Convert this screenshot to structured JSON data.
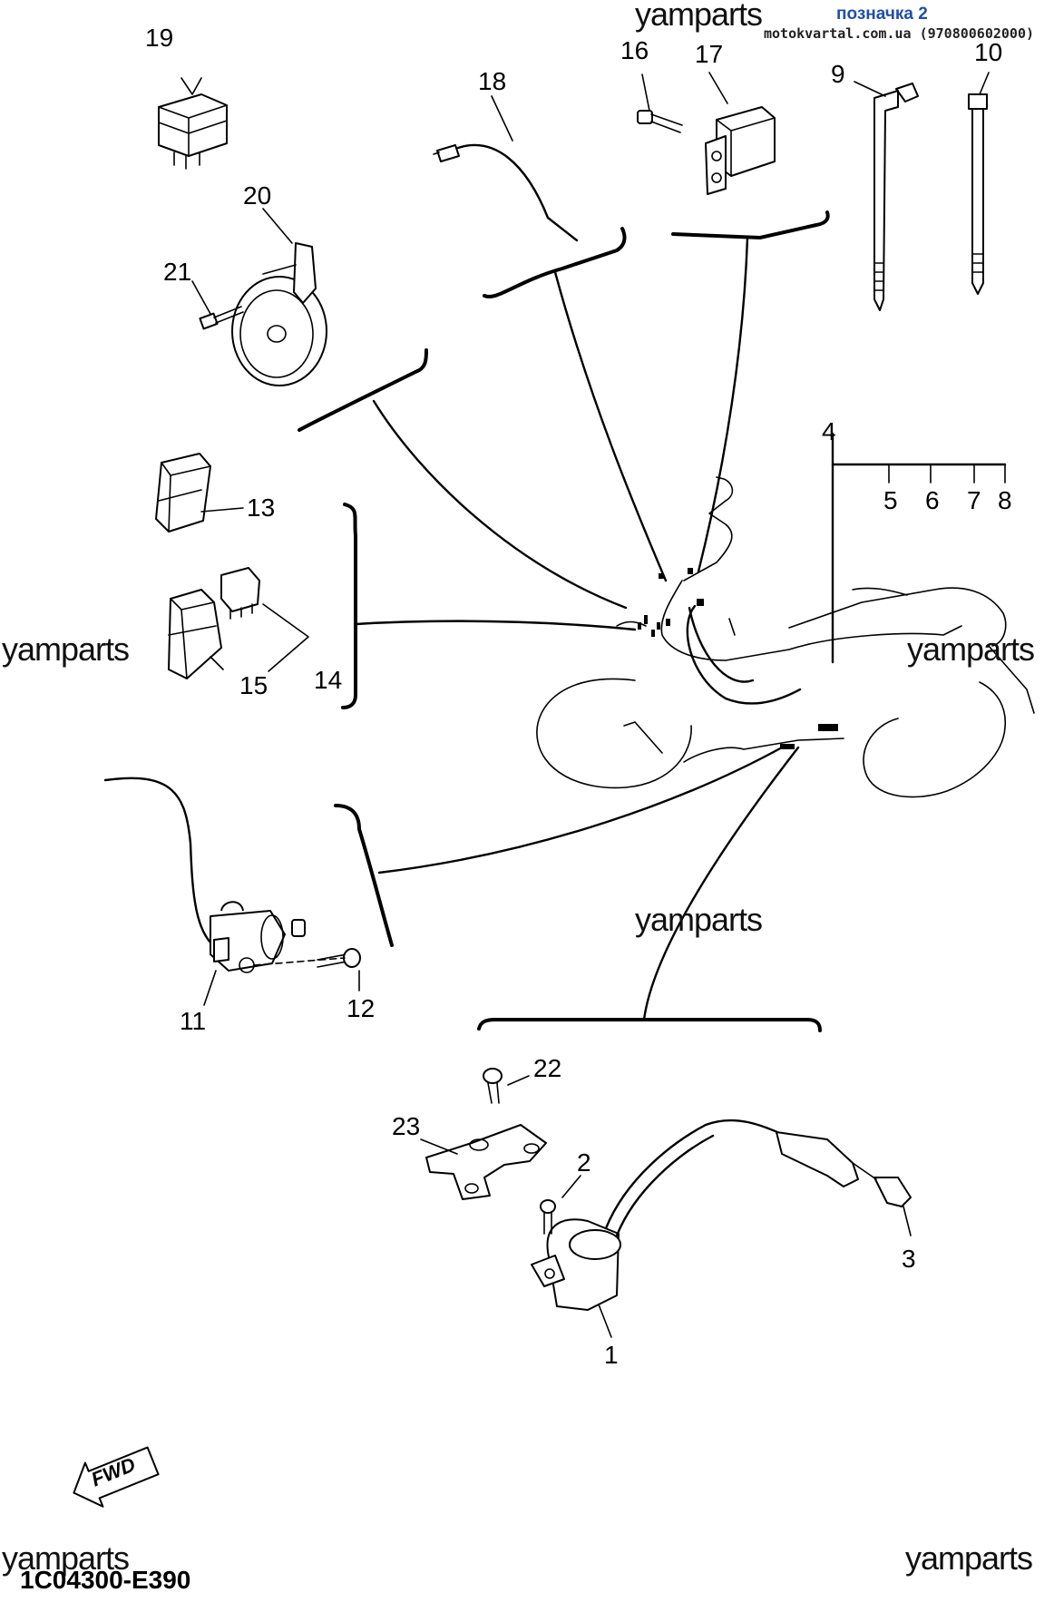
{
  "header": {
    "watermark": "yamparts",
    "badge_label": "позначка 2",
    "badge_color": "#1f4fa8",
    "site_text": "motokvartal.com.ua (970800602000)"
  },
  "watermarks": {
    "left": "yamparts",
    "right": "yamparts",
    "center": "yamparts",
    "bottom_left": "yamparts",
    "bottom_right": "yamparts"
  },
  "callouts": {
    "c1": "1",
    "c2": "2",
    "c3": "3",
    "c4": "4",
    "c5": "5",
    "c6": "6",
    "c7": "7",
    "c8": "8",
    "c9": "9",
    "c10": "10",
    "c11": "11",
    "c12": "12",
    "c13": "13",
    "c14": "14",
    "c15": "15",
    "c16": "16",
    "c17": "17",
    "c18": "18",
    "c19": "19",
    "c20": "20",
    "c21": "21",
    "c22": "22",
    "c23": "23"
  },
  "fwd_label": "FWD",
  "diagram_code": "1C04300-E390",
  "icons": [
    "fwd-arrow-icon"
  ]
}
